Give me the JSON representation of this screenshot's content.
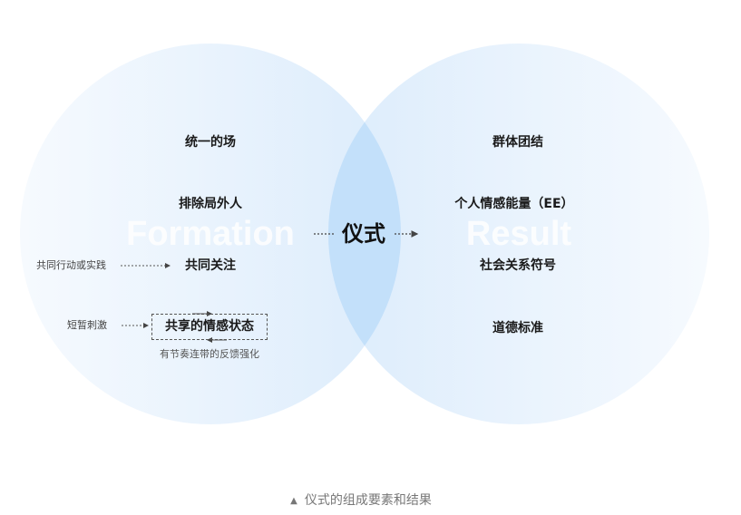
{
  "diagram": {
    "left_circle": {
      "watermark": "Formation",
      "items": [
        "统一的场",
        "排除局外人",
        "共同关注",
        "共享的情感状态"
      ]
    },
    "right_circle": {
      "watermark": "Result",
      "items": [
        "群体团结",
        "个人情感能量（EE）",
        "社会关系符号",
        "道德标准"
      ]
    },
    "center": "仪式",
    "side_inputs": [
      "共同行动或实践",
      "短暂刺激"
    ],
    "feedback_note": "有节奏连带的反馈强化",
    "colors": {
      "circle_light": "#eef6fe",
      "circle_mid": "#d9ebfc",
      "overlap": "#c3e0fa",
      "arrow": "#444444"
    }
  },
  "caption": {
    "icon": "triangle-up-icon",
    "text": "仪式的组成要素和结果"
  }
}
